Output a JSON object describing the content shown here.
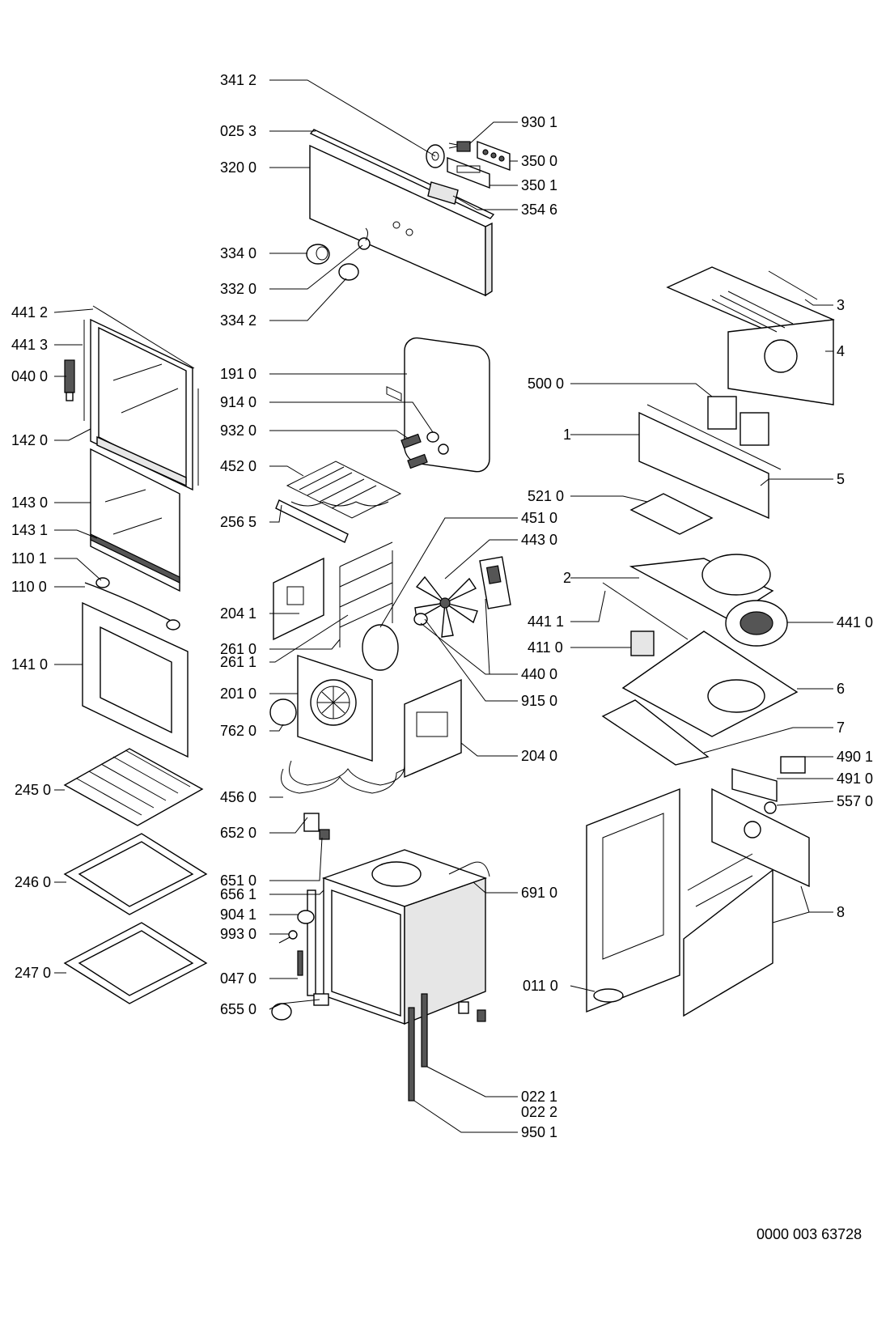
{
  "diagram_code": "0000 003 63728",
  "part_labels": [
    "341 2",
    "025 3",
    "320 0",
    "930 1",
    "350 0",
    "350 1",
    "354 6",
    "334 0",
    "332 0",
    "334 2",
    "441 2",
    "441 3",
    "040 0",
    "142 0",
    "143 0",
    "143 1",
    "110 1",
    "110 0",
    "141 0",
    "245 0",
    "246 0",
    "247 0",
    "191 0",
    "914 0",
    "932 0",
    "452 0",
    "256 5",
    "204 1",
    "261 0",
    "261 1",
    "201 0",
    "762 0",
    "456 0",
    "652 0",
    "651 0",
    "656 1",
    "904 1",
    "993 0",
    "047 0",
    "655 0",
    "451 0",
    "443 0",
    "440 0",
    "915 0",
    "204 0",
    "691 0",
    "022 1",
    "022 2",
    "950 1",
    "3",
    "4",
    "500 0",
    "1",
    "5",
    "521 0",
    "2",
    "441 1",
    "441 0",
    "411 0",
    "6",
    "7",
    "490 1",
    "491 0",
    "557 0",
    "8",
    "011 0"
  ]
}
